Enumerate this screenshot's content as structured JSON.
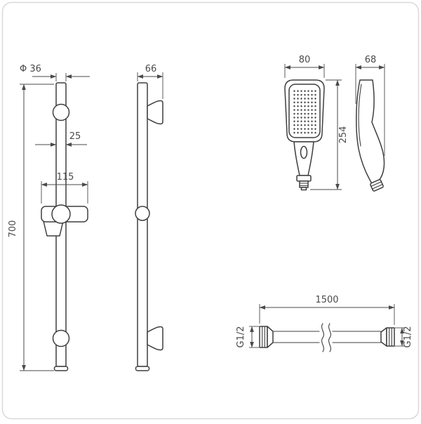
{
  "drawing": {
    "title": "shower-rail-set-dimension-drawing",
    "colors": {
      "line": "#3f3f3f",
      "dimension": "#4a4a4a",
      "background": "#ffffff",
      "border": "#d9d9d9"
    },
    "labels": {
      "rail_flange_diameter": "Φ 36",
      "rail_tube_diameter": "25",
      "slider_width": "115",
      "rail_height": "700",
      "bracket_depth": "66",
      "handset_width": "80",
      "handset_depth": "68",
      "handset_length": "254",
      "hose_length": "1500",
      "hose_thread_left": "G1/2",
      "hose_thread_right": "G1/2"
    }
  }
}
